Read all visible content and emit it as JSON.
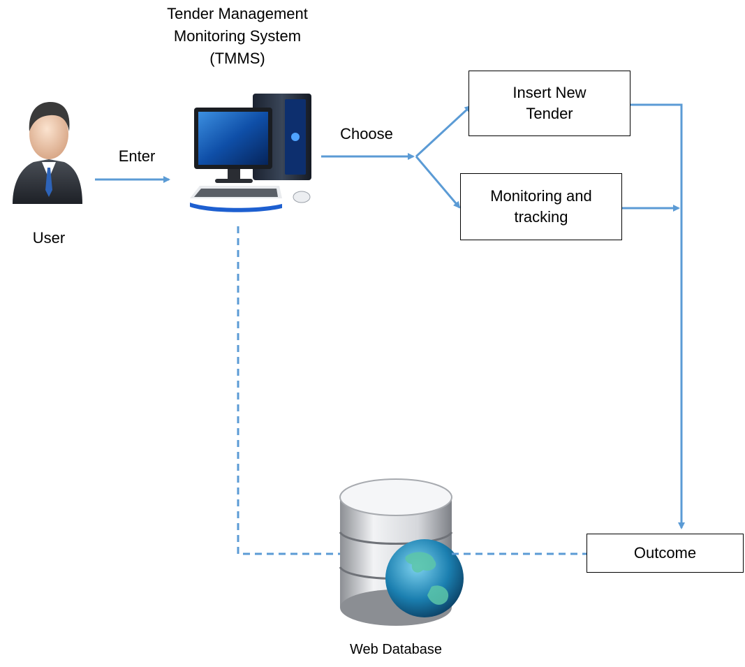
{
  "title": "Tender Management\nMonitoring System\n(TMMS)",
  "nodes": {
    "user": {
      "label": "User",
      "icon": "user-icon"
    },
    "system": {
      "icon": "desktop-computer-icon"
    },
    "insert": {
      "label": "Insert New\nTender"
    },
    "monitor": {
      "label": "Monitoring and\ntracking"
    },
    "outcome": {
      "label": "Outcome"
    },
    "database": {
      "label": "Web Database",
      "icon": "web-database-icon"
    }
  },
  "edges": {
    "enter": "Enter",
    "choose": "Choose"
  },
  "colors": {
    "connector": "#5b9bd5",
    "box_border": "#000000"
  }
}
